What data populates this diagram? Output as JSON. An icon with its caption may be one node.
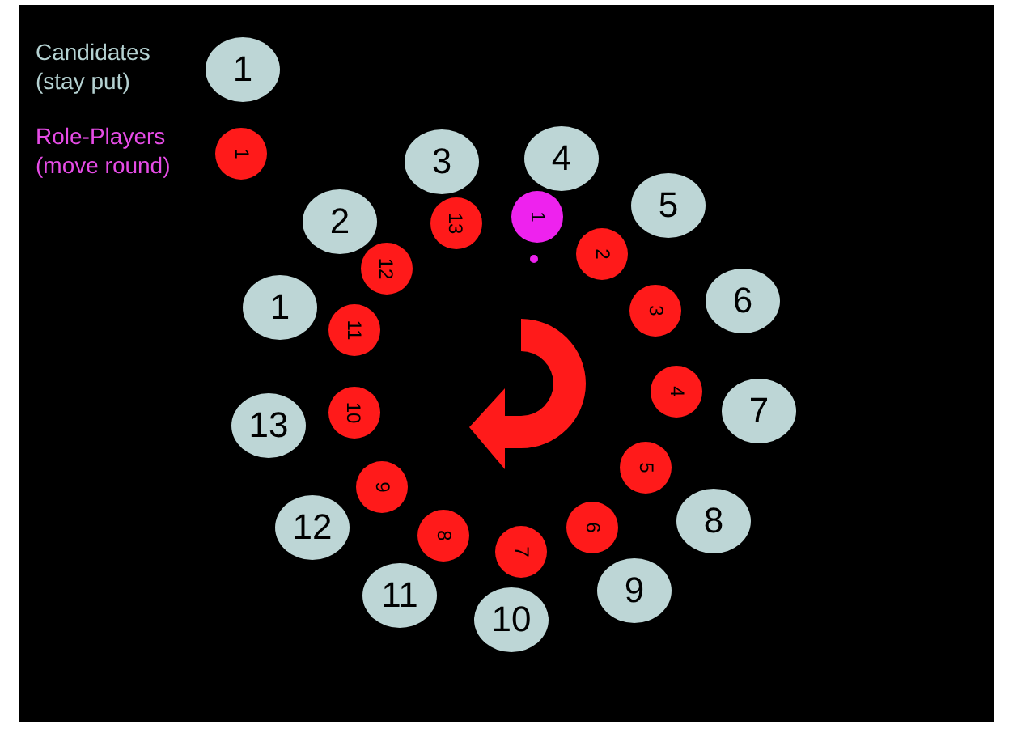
{
  "diagram": {
    "nodes": [
      {
        "text": [
          "1"
        ],
        "beside": [
          "Candidates (stay put)"
        ]
      },
      {
        "text": [
          "1"
        ],
        "beside": [
          "Role-Players (move round)"
        ]
      },
      {
        "text": [
          "1"
        ]
      },
      {
        "text": [
          "2"
        ]
      },
      {
        "text": [
          "3"
        ]
      },
      {
        "text": [
          "4"
        ]
      },
      {
        "text": [
          "5"
        ]
      },
      {
        "text": [
          "6"
        ]
      },
      {
        "text": [
          "7"
        ]
      },
      {
        "text": [
          "8"
        ]
      },
      {
        "text": [
          "9"
        ]
      },
      {
        "text": [
          "10"
        ]
      },
      {
        "text": [
          "11"
        ]
      },
      {
        "text": [
          "12"
        ]
      },
      {
        "text": [
          "13"
        ]
      },
      {
        "text": [
          "1"
        ]
      },
      {
        "text": [
          "2"
        ]
      },
      {
        "text": [
          "3"
        ]
      },
      {
        "text": [
          "4"
        ]
      },
      {
        "text": [
          "5"
        ]
      },
      {
        "text": [
          "6"
        ]
      },
      {
        "text": [
          "7"
        ]
      },
      {
        "text": [
          "8"
        ]
      },
      {
        "text": [
          "9"
        ]
      },
      {
        "text": [
          "10"
        ]
      },
      {
        "text": [
          "11"
        ]
      },
      {
        "text": [
          "12"
        ]
      },
      {
        "text": [
          "13"
        ]
      }
    ],
    "edges": []
  }
}
